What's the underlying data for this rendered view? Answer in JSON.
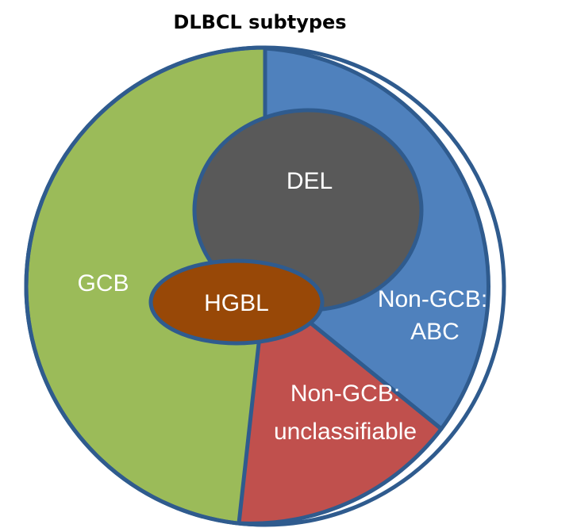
{
  "title": "DLBCL subtypes",
  "regions": {
    "gcb": {
      "label": "GCB",
      "color": "#9bbb59"
    },
    "abc": {
      "label_line1": "Non-GCB:",
      "label_line2": "ABC",
      "color": "#4f81bd"
    },
    "unclassifiable": {
      "label_line1": "Non-GCB:",
      "label_line2": "unclassifiable",
      "color": "#c0504d"
    },
    "del": {
      "label": "DEL",
      "color": "#595959"
    },
    "hgbl": {
      "label": "HGBL",
      "color": "#984807"
    }
  },
  "outline_color": "#2f5b8e"
}
